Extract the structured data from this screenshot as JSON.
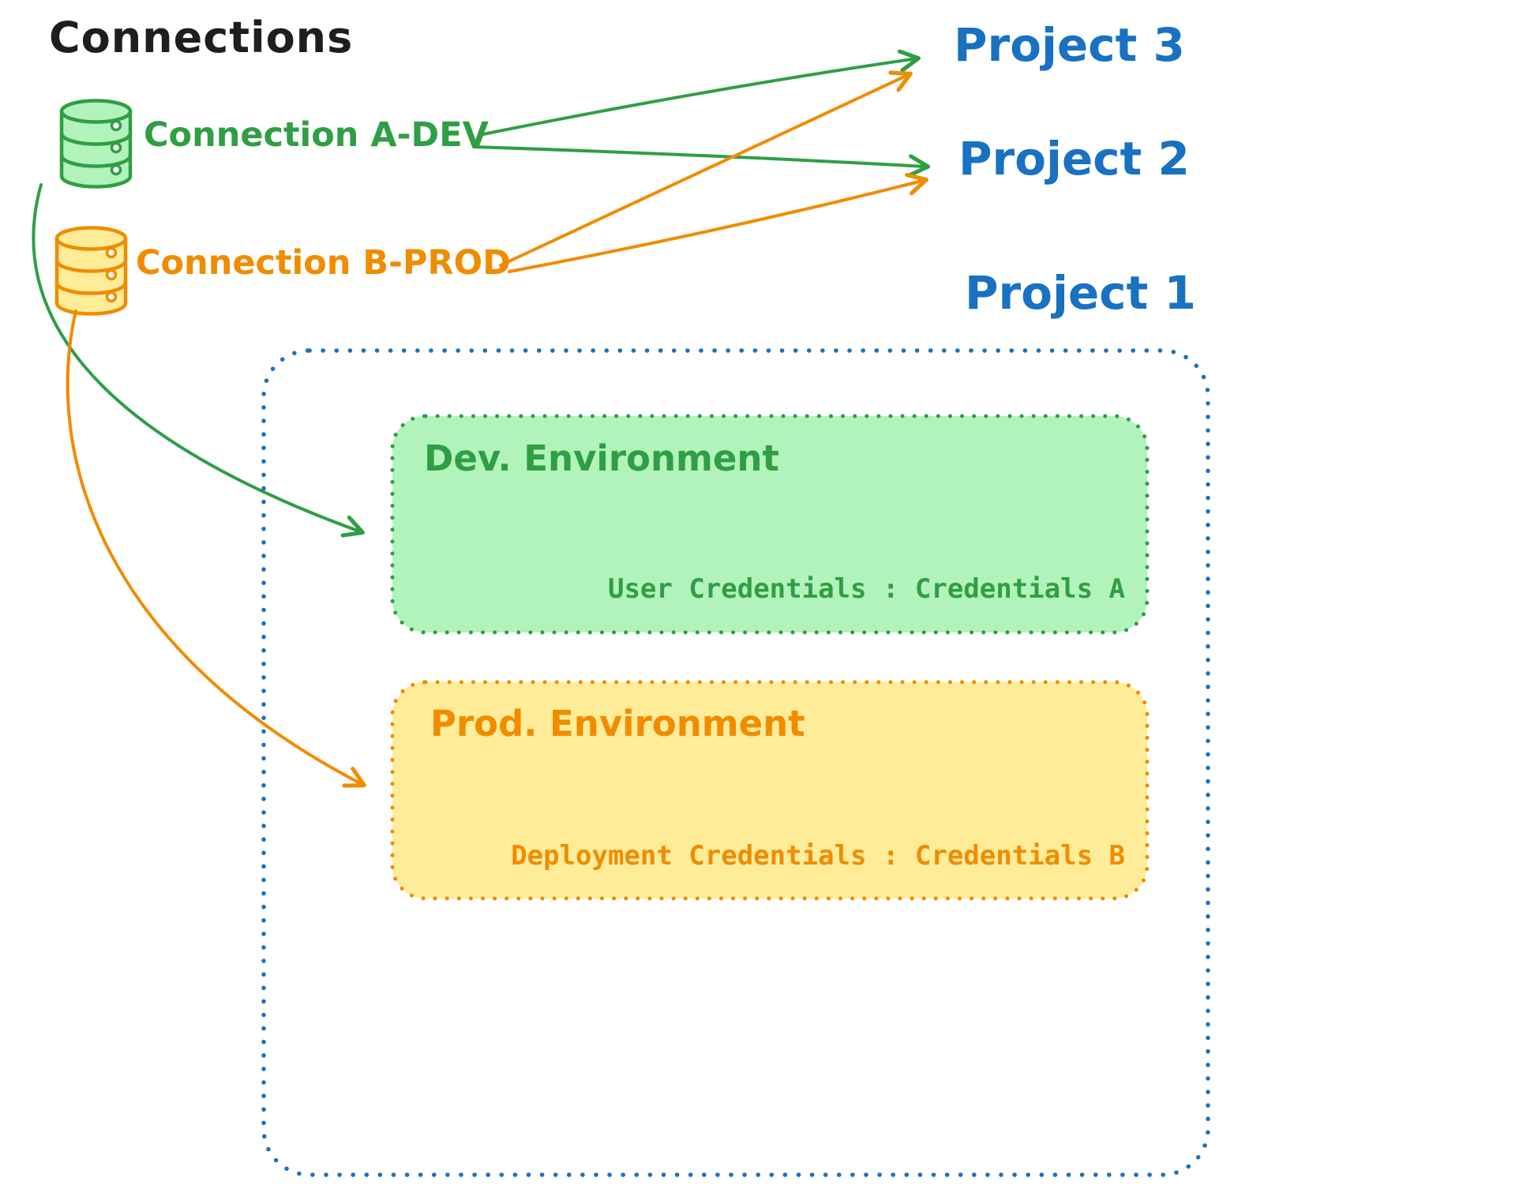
{
  "title": "Connections",
  "colors": {
    "black": "#1e1e1e",
    "green": "#2f9e44",
    "green-fill": "#b2f2bb",
    "orange": "#f08c00",
    "orange-fill": "#ffec99",
    "blue": "#1971c2"
  },
  "connections": [
    {
      "id": "a-dev",
      "label": "Connection A-DEV",
      "color": "#2f9e44",
      "icon": "database-icon"
    },
    {
      "id": "b-prod",
      "label": "Connection B-PROD",
      "color": "#f08c00",
      "icon": "database-icon"
    }
  ],
  "projects": [
    {
      "id": "project-3",
      "label": "Project 3"
    },
    {
      "id": "project-2",
      "label": "Project 2"
    },
    {
      "id": "project-1",
      "label": "Project 1"
    }
  ],
  "environments": [
    {
      "id": "dev",
      "title": "Dev. Environment",
      "credentials_label": "User Credentials : Credentials A"
    },
    {
      "id": "prod",
      "title": "Prod. Environment",
      "credentials_label": "Deployment Credentials : Credentials B"
    }
  ],
  "edges": [
    {
      "from": "Connection A-DEV",
      "to": "Project 3",
      "color": "#2f9e44"
    },
    {
      "from": "Connection A-DEV",
      "to": "Project 2",
      "color": "#2f9e44"
    },
    {
      "from": "Connection B-PROD",
      "to": "Project 3",
      "color": "#f08c00"
    },
    {
      "from": "Connection B-PROD",
      "to": "Project 2",
      "color": "#f08c00"
    },
    {
      "from": "Connection A-DEV",
      "to": "Dev. Environment",
      "color": "#2f9e44"
    },
    {
      "from": "Connection B-PROD",
      "to": "Prod. Environment",
      "color": "#f08c00"
    }
  ]
}
